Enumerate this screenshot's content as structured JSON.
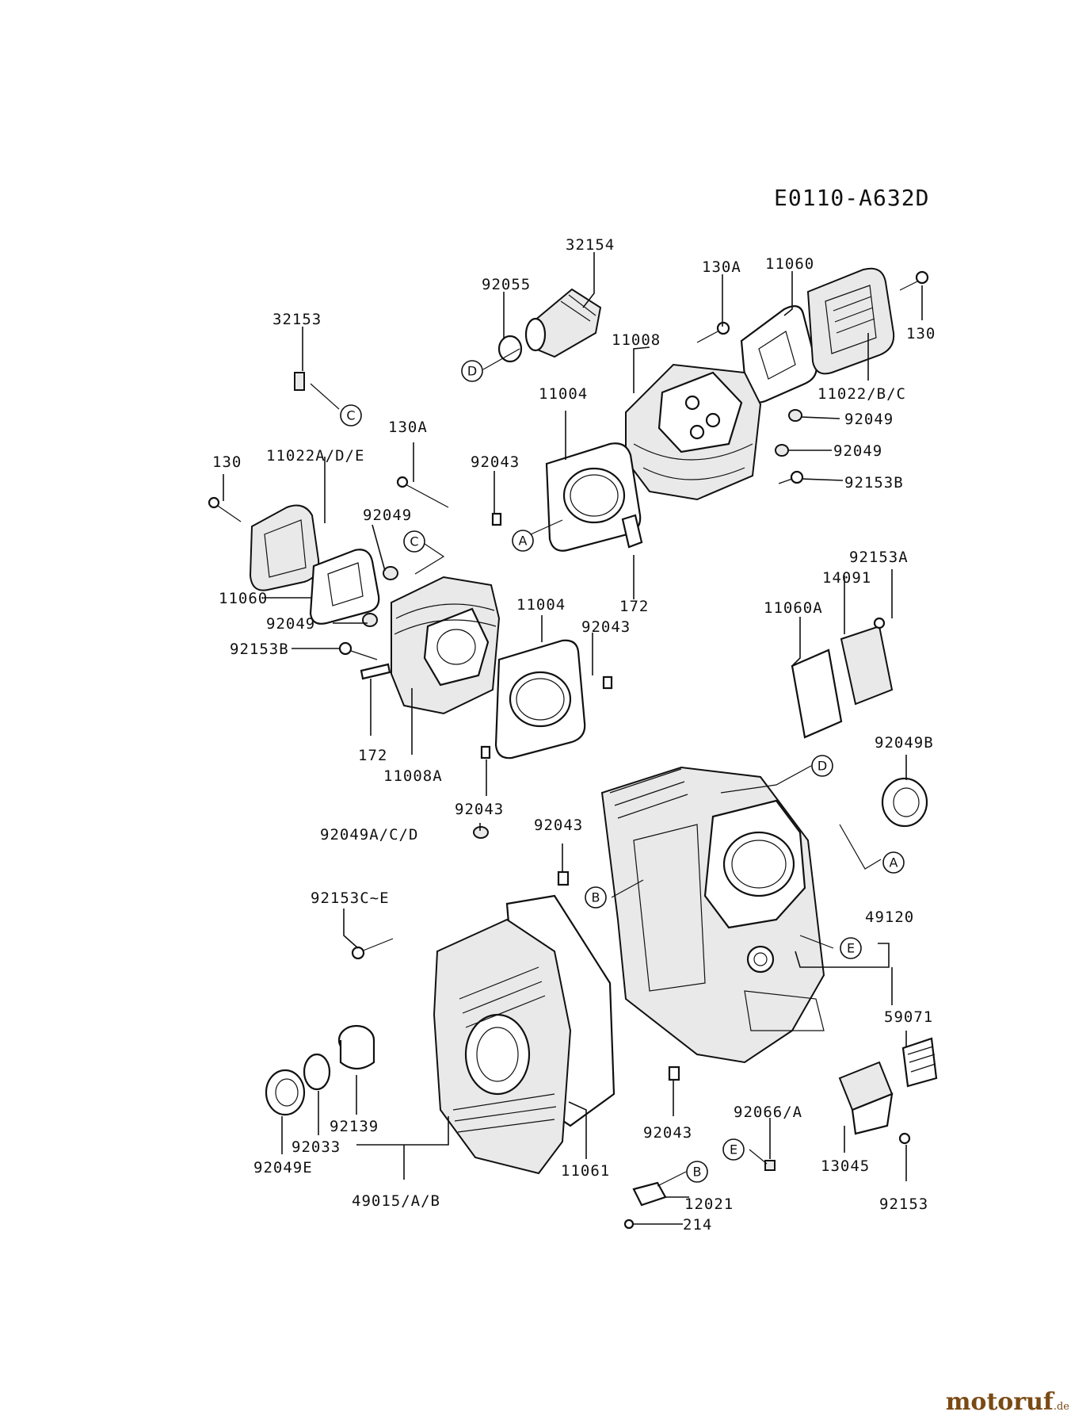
{
  "diagram": {
    "code": "E0110-A632D",
    "parts": [
      {
        "id": "p1",
        "text": "32154"
      },
      {
        "id": "p2",
        "text": "92055"
      },
      {
        "id": "p3",
        "text": "130A"
      },
      {
        "id": "p4",
        "text": "11060"
      },
      {
        "id": "p5",
        "text": "130"
      },
      {
        "id": "p6",
        "text": "11008"
      },
      {
        "id": "p7",
        "text": "32153"
      },
      {
        "id": "p8",
        "text": "11004"
      },
      {
        "id": "p9",
        "text": "11022/B/C"
      },
      {
        "id": "p10",
        "text": "92049"
      },
      {
        "id": "p11",
        "text": "130A"
      },
      {
        "id": "p12",
        "text": "92049"
      },
      {
        "id": "p13",
        "text": "130"
      },
      {
        "id": "p14",
        "text": "11022A/D/E"
      },
      {
        "id": "p15",
        "text": "92043"
      },
      {
        "id": "p16",
        "text": "92153B"
      },
      {
        "id": "p17",
        "text": "92049"
      },
      {
        "id": "p18",
        "text": "92153A"
      },
      {
        "id": "p19",
        "text": "14091"
      },
      {
        "id": "p20",
        "text": "11060"
      },
      {
        "id": "p21",
        "text": "172"
      },
      {
        "id": "p22",
        "text": "11004"
      },
      {
        "id": "p23",
        "text": "11060A"
      },
      {
        "id": "p24",
        "text": "92049"
      },
      {
        "id": "p25",
        "text": "92043"
      },
      {
        "id": "p26",
        "text": "92153B"
      },
      {
        "id": "p27",
        "text": "172"
      },
      {
        "id": "p28",
        "text": "11008A"
      },
      {
        "id": "p29",
        "text": "92049B"
      },
      {
        "id": "p30",
        "text": "92043"
      },
      {
        "id": "p31",
        "text": "92049A/C/D"
      },
      {
        "id": "p32",
        "text": "92043"
      },
      {
        "id": "p33",
        "text": "92153C~E"
      },
      {
        "id": "p34",
        "text": "49120"
      },
      {
        "id": "p35",
        "text": "59071"
      },
      {
        "id": "p36",
        "text": "92139"
      },
      {
        "id": "p37",
        "text": "92043"
      },
      {
        "id": "p38",
        "text": "92066/A"
      },
      {
        "id": "p39",
        "text": "92033"
      },
      {
        "id": "p40",
        "text": "92049E"
      },
      {
        "id": "p41",
        "text": "11061"
      },
      {
        "id": "p42",
        "text": "13045"
      },
      {
        "id": "p43",
        "text": "49015/A/B"
      },
      {
        "id": "p44",
        "text": "12021"
      },
      {
        "id": "p45",
        "text": "92153"
      },
      {
        "id": "p46",
        "text": "214"
      }
    ],
    "callouts": [
      {
        "id": "c1",
        "letter": "D"
      },
      {
        "id": "c2",
        "letter": "C"
      },
      {
        "id": "c3",
        "letter": "A"
      },
      {
        "id": "c4",
        "letter": "C"
      },
      {
        "id": "c5",
        "letter": "D"
      },
      {
        "id": "c6",
        "letter": "A"
      },
      {
        "id": "c7",
        "letter": "B"
      },
      {
        "id": "c8",
        "letter": "E"
      },
      {
        "id": "c9",
        "letter": "E"
      },
      {
        "id": "c10",
        "letter": "B"
      }
    ]
  },
  "watermark": {
    "brand": "motoruf",
    "suffix": ".de",
    "color": "#7a4a14"
  }
}
